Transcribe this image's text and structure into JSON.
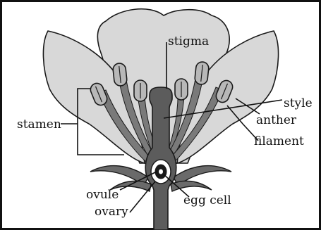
{
  "labels": {
    "stigma": "stigma",
    "style": "style",
    "anther": "anther",
    "filament": "filament",
    "stamen": "stamen",
    "ovule": "ovule",
    "ovary": "ovary",
    "egg_cell": "egg cell"
  },
  "colors": {
    "petal_fill": "#d8d8d8",
    "outline": "#1a1a1a",
    "pistil_fill": "#5c5c5c",
    "dark_fill": "#6a6a6a",
    "anther_fill": "#b8b8b8",
    "filament_fill": "#7a7a7a",
    "ovule_fill": "#1a1a1a",
    "background": "#ffffff"
  }
}
